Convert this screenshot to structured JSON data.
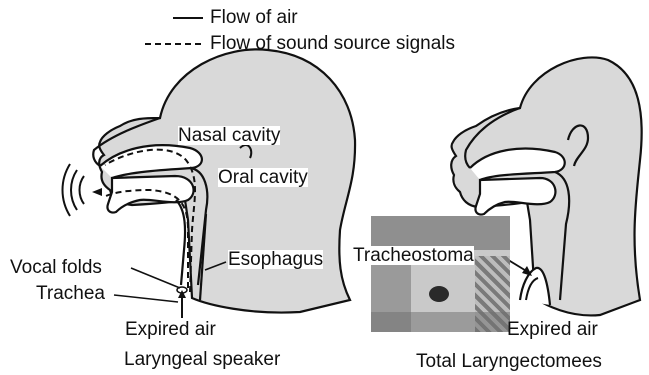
{
  "legend": {
    "solid_label": "Flow of air",
    "dashed_label": "Flow of sound source signals"
  },
  "left_figure": {
    "caption": "Laryngeal speaker",
    "labels": {
      "nasal_cavity": "Nasal cavity",
      "oral_cavity": "Oral cavity",
      "esophagus": "Esophagus",
      "vocal_folds": "Vocal folds",
      "trachea": "Trachea",
      "expired_air": "Expired air"
    }
  },
  "right_figure": {
    "caption": "Total Laryngectomees",
    "labels": {
      "tracheostoma": "Tracheostoma",
      "expired_air": "Expired air"
    }
  },
  "colors": {
    "head_fill": "#d9d9d9",
    "outline": "#111111",
    "photo_bg": "#b5b5b5"
  }
}
